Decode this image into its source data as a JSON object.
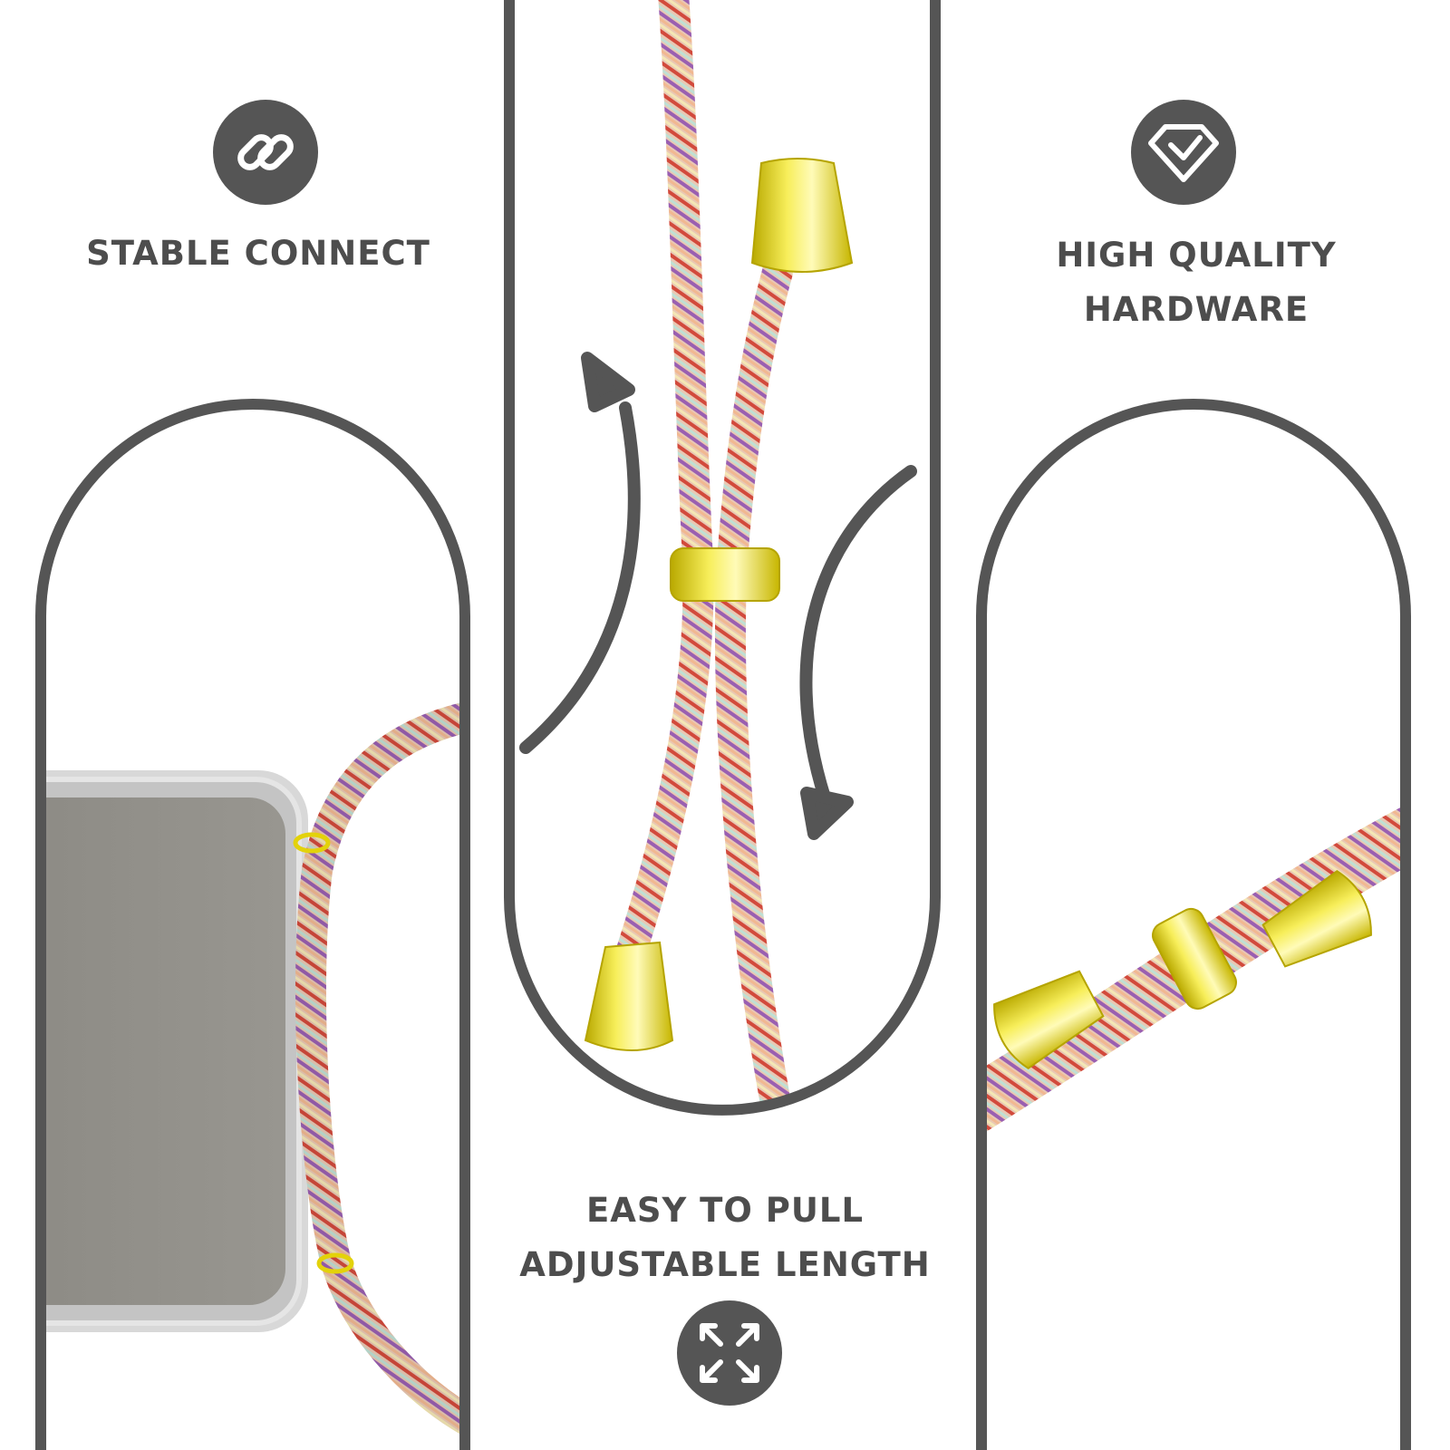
{
  "colors": {
    "panel_outline": "#555555",
    "icon_badge": "#555555",
    "caption_text": "#4d4d4d",
    "cord_base": "#e9c8b4",
    "cord_red": "#d24a3c",
    "cord_purple": "#9a5fb1",
    "cord_mint": "#bfe0d4",
    "cord_peach": "#f1b891",
    "hardware_gold": "#e3d20a",
    "phone_body": "#8f8c86",
    "phone_frame": "#c9c9c9"
  },
  "panels": [
    {
      "key": "left",
      "icon": "link-icon",
      "caption_lines": [
        "STABLE CONNECT"
      ]
    },
    {
      "key": "middle",
      "icon": "expand-arrows-icon",
      "caption_lines": [
        "EASY TO PULL",
        "ADJUSTABLE LENGTH"
      ]
    },
    {
      "key": "right",
      "icon": "diamond-check-icon",
      "caption_lines": [
        "HIGH QUALITY",
        "HARDWARE"
      ]
    }
  ]
}
